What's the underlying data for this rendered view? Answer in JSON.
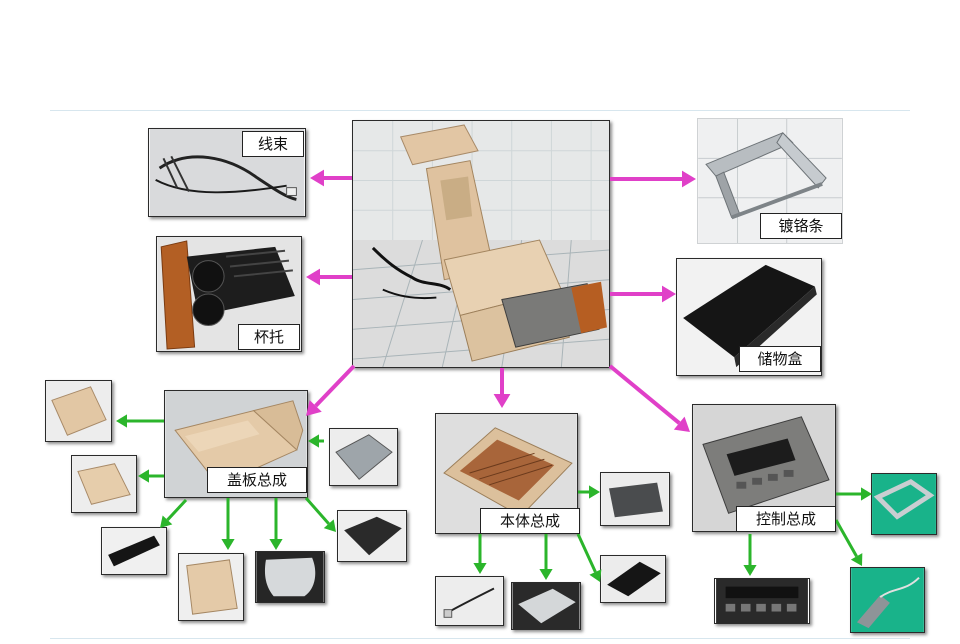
{
  "labels": {
    "harness": "线束",
    "cup_holder": "杯托",
    "chrome_strip": "镀铬条",
    "storage_box": "储物盒",
    "lid_assembly": "盖板总成",
    "body_assembly": "本体总成",
    "control_assembly": "控制总成"
  },
  "colors": {
    "primary_arrow": "#e040c8",
    "secondary_arrow": "#2bb52b",
    "beige": "#e6cfb0",
    "wood": "#b5642a"
  }
}
